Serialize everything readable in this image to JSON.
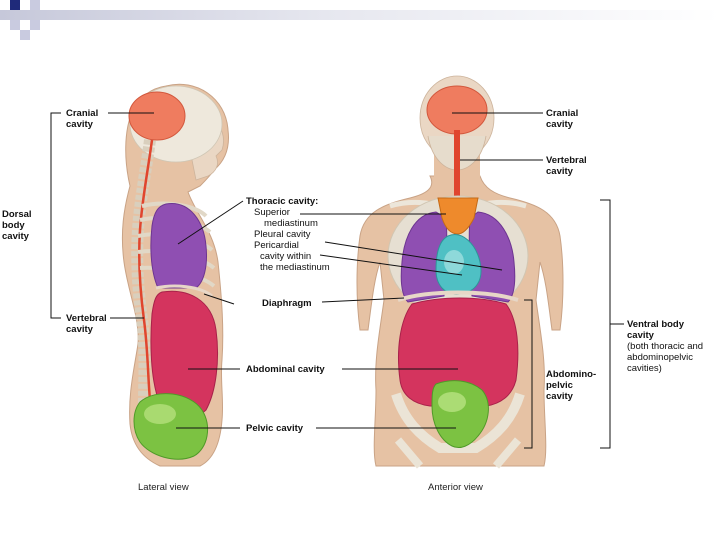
{
  "diagram": {
    "labels": {
      "cranial_left_1": "Cranial",
      "cranial_left_2": "cavity",
      "dorsal_1": "Dorsal",
      "dorsal_2": "body",
      "dorsal_3": "cavity",
      "vertebral_left_1": "Vertebral",
      "vertebral_left_2": "cavity",
      "thoracic_title": "Thoracic cavity:",
      "superior_1": "Superior",
      "superior_2": "mediastinum",
      "pleural": "Pleural cavity",
      "pericardial_1": "Pericardial",
      "pericardial_2": "cavity within",
      "pericardial_3": "the mediastinum",
      "diaphragm": "Diaphragm",
      "abdominal": "Abdominal cavity",
      "pelvic": "Pelvic cavity",
      "cranial_right_1": "Cranial",
      "cranial_right_2": "cavity",
      "vertebral_right_1": "Vertebral",
      "vertebral_right_2": "cavity",
      "ventral_1": "Ventral body",
      "ventral_2": "cavity",
      "ventral_3": "(both thoracic and",
      "ventral_4": "abdominopelvic",
      "ventral_5": "cavities)",
      "abdomino_1": "Abdomino-",
      "abdomino_2": "pelvic",
      "abdomino_3": "cavity",
      "lateral_view": "Lateral view",
      "anterior_view": "Anterior view"
    },
    "colors": {
      "cranial": "#ef7c5f",
      "superior_mediastinum": "#ee8a2c",
      "pleural": "#8f4fb2",
      "pericardial": "#4fc0c4",
      "abdominal": "#d4345e",
      "pelvic": "#7cc242",
      "skin": "#e6c2a4",
      "bone": "#e8e2d6",
      "spinal_canal": "#e0452e"
    }
  }
}
